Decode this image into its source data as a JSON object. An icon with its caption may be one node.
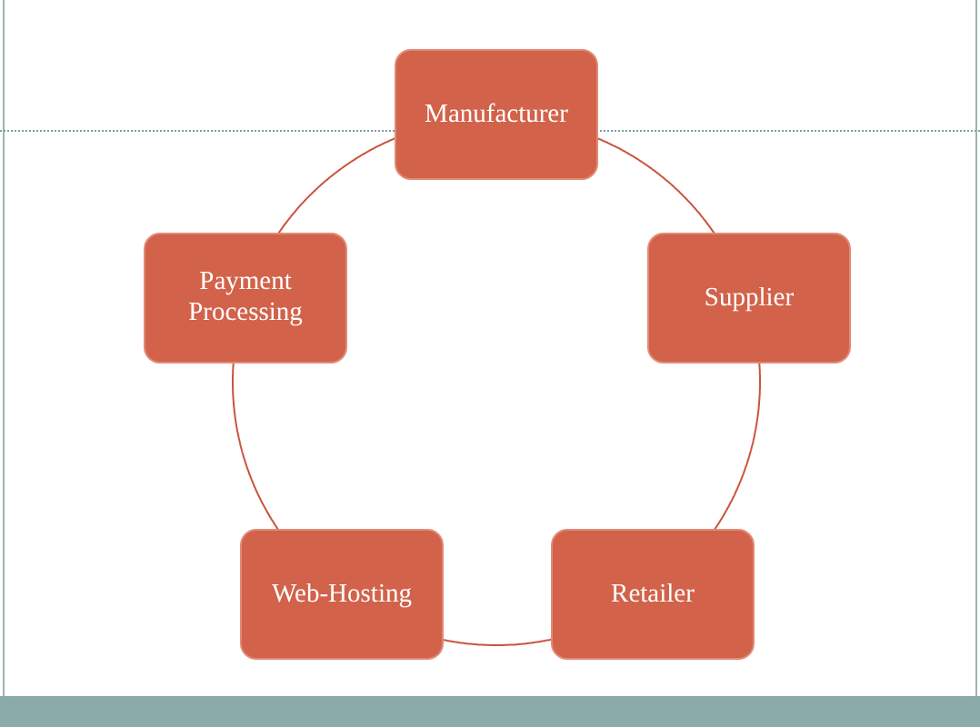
{
  "diagram": {
    "nodes": [
      {
        "text": [
          "Manufacturer"
        ]
      },
      {
        "text": [
          "Supplier"
        ]
      },
      {
        "text": [
          "Retailer"
        ]
      },
      {
        "text": [
          "Web-Hosting"
        ]
      },
      {
        "text": [
          "Payment Processing"
        ]
      }
    ],
    "edges": [
      {
        "from": 0,
        "to": 1,
        "arrow": "none"
      },
      {
        "from": 1,
        "to": 2,
        "arrow": "none"
      },
      {
        "from": 2,
        "to": 3,
        "arrow": "none"
      },
      {
        "from": 3,
        "to": 4,
        "arrow": "none"
      },
      {
        "from": 4,
        "to": 0,
        "arrow": "none"
      }
    ]
  }
}
